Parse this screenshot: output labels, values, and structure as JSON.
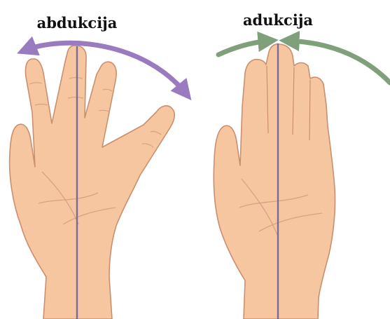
{
  "labels": {
    "abduction": "abdukcija",
    "adduction": "adukcija"
  },
  "colors": {
    "skin": "#f6c6a0",
    "skin_outline": "#c98f6e",
    "crease": "#d9a183",
    "midline": "#7a6a9a",
    "abduction_arrow": "#9a7bbf",
    "adduction_arrow": "#7fa07a",
    "background": "#ffffff"
  },
  "arrows": {
    "abduction": "bidirectional-outward",
    "adduction": "bidirectional-inward"
  }
}
